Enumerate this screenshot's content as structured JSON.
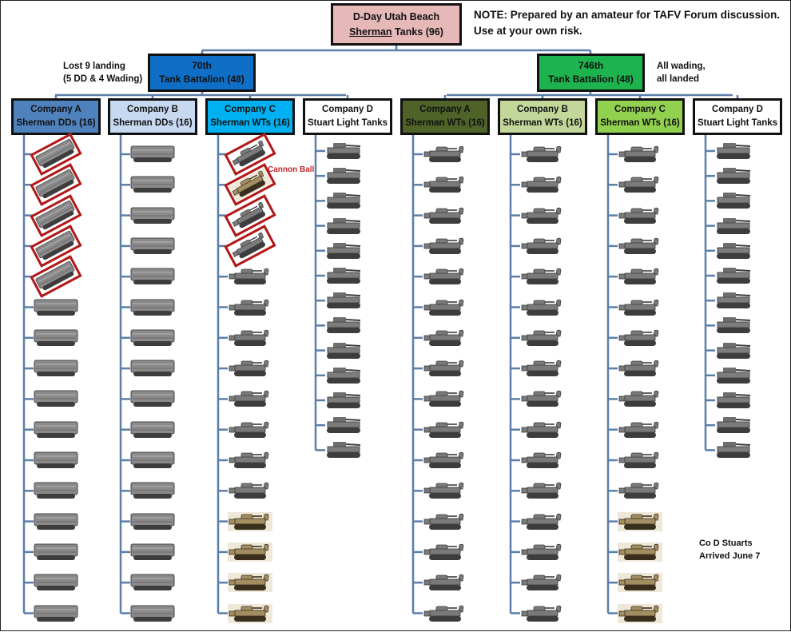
{
  "root": {
    "title_line1": "D-Day Utah Beach",
    "title_word": "Sherman",
    "title_rest": " Tanks (96)"
  },
  "note": {
    "line1": "NOTE:  Prepared by an amateur for TAFV Forum discussion.",
    "line2": "Use at your own risk."
  },
  "battalions": [
    {
      "id": "70th",
      "line1": "70th",
      "line2": "Tank Battalion (48)",
      "fill": "#0f6fc6",
      "annotation": [
        "Lost 9 landing",
        "(5 DD & 4 Wading)"
      ]
    },
    {
      "id": "746th",
      "line1": "746th",
      "line2": "Tank Battalion (48)",
      "fill": "#1db34e",
      "annotation": [
        "All wading,",
        "all landed"
      ]
    }
  ],
  "companies": [
    {
      "battalion": "70th",
      "line1": "Company A",
      "line2": "Sherman DDs (16)",
      "fill": "#4f81bd",
      "tank_type": "sherman-dd",
      "count": 16,
      "lost": 5,
      "special": []
    },
    {
      "battalion": "70th",
      "line1": "Company B",
      "line2": "Sherman DDs (16)",
      "fill": "#c6d9f1",
      "tank_type": "sherman-dd",
      "count": 16,
      "lost": 0,
      "special": []
    },
    {
      "battalion": "70th",
      "line1": "Company C",
      "line2": "Sherman WTs (16)",
      "fill": "#00b0f0",
      "tank_type": "sherman-wt",
      "count": 16,
      "lost": 4,
      "special": [
        1,
        12,
        13,
        14,
        15
      ]
    },
    {
      "battalion": "70th",
      "line1": "Company  D",
      "line2": "Stuart Light Tanks",
      "fill": "#ffffff",
      "tank_type": "stuart",
      "count": 13,
      "lost": 0,
      "special": []
    },
    {
      "battalion": "746th",
      "line1": "Company A",
      "line2": "Sherman WTs (16)",
      "fill": "#4f6228",
      "tank_type": "sherman-wt",
      "count": 16,
      "lost": 0,
      "special": []
    },
    {
      "battalion": "746th",
      "line1": "Company B",
      "line2": "Sherman WTs (16)",
      "fill": "#c4d79b",
      "tank_type": "sherman-wt",
      "count": 16,
      "lost": 0,
      "special": []
    },
    {
      "battalion": "746th",
      "line1": "Company C",
      "line2": "Sherman WTs (16)",
      "fill": "#92d050",
      "tank_type": "sherman-wt",
      "count": 16,
      "lost": 0,
      "special": [
        12,
        13,
        14,
        15
      ]
    },
    {
      "battalion": "746th",
      "line1": "Company  D",
      "line2": "Stuart Light Tanks",
      "fill": "#ffffff",
      "tank_type": "stuart",
      "count": 13,
      "lost": 0,
      "special": []
    }
  ],
  "callouts": {
    "cannon_ball": "Cannon Ball",
    "co_d_line1": "Co D Stuarts",
    "co_d_line2": "Arrived June 7"
  },
  "colors": {
    "connector": "#5b7fa8",
    "lost_frame": "#b01818",
    "root_fill": "#e6b9b8",
    "callout_text": "#c0282d"
  },
  "icons": {
    "sherman-dd": "sherman-dd-tank-icon",
    "sherman-wt": "sherman-wading-tank-icon",
    "stuart": "stuart-light-tank-icon",
    "special": "sherman-photo-tank-icon"
  }
}
